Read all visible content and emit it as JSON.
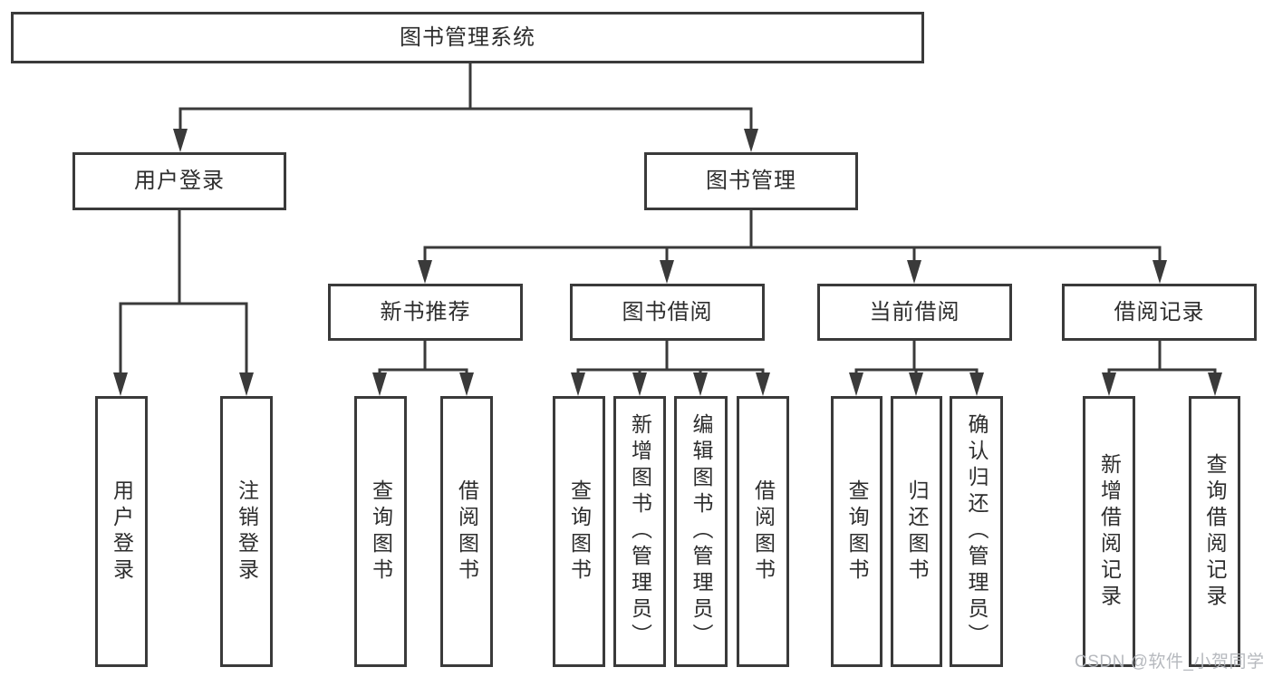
{
  "diagram": {
    "root": {
      "label": "图书管理系统",
      "children": [
        {
          "label": "用户登录",
          "children": [
            {
              "label": "用户登录"
            },
            {
              "label": "注销登录"
            }
          ]
        },
        {
          "label": "图书管理",
          "children": [
            {
              "label": "新书推荐",
              "children": [
                {
                  "label": "查询图书"
                },
                {
                  "label": "借阅图书"
                }
              ]
            },
            {
              "label": "图书借阅",
              "children": [
                {
                  "label": "查询图书"
                },
                {
                  "label": "新增图书（管理员）"
                },
                {
                  "label": "编辑图书（管理员）"
                },
                {
                  "label": "借阅图书"
                }
              ]
            },
            {
              "label": "当前借阅",
              "children": [
                {
                  "label": "查询图书"
                },
                {
                  "label": "归还图书"
                },
                {
                  "label": "确认归还（管理员）"
                }
              ]
            },
            {
              "label": "借阅记录",
              "children": [
                {
                  "label": "新增借阅记录"
                },
                {
                  "label": "查询借阅记录"
                }
              ]
            }
          ]
        }
      ]
    }
  },
  "watermark": {
    "text": "CSDN @软件_小贺同学"
  },
  "colors": {
    "line": "#3a3a3a",
    "text": "#2d2d2d",
    "watermark": "#b2b5bb",
    "background": "#ffffff"
  }
}
